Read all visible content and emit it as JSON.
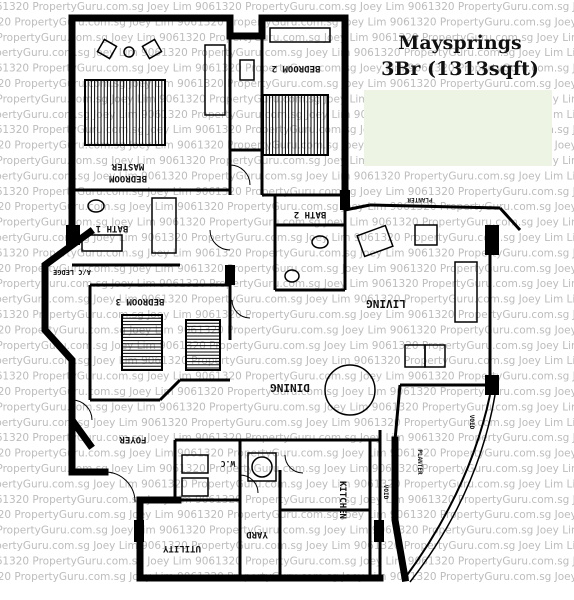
{
  "title": {
    "line1": "Maysprings",
    "line2": "3Br (1313sqft)"
  },
  "watermark": "Lim 9061320 PropertyGuru.com.sg Joey Lim 9061320 PropertyGuru.com.sg Joey Lim 9061320 PropertyGuru.com.sg Joey Lim",
  "rooms": {
    "master_bedroom": [
      "MASTER",
      "BEDROOM"
    ],
    "bedroom2": "BEDROOM 2",
    "bedroom3": "BEDROOM 3",
    "bath1": "BATH 1",
    "bath2": "BATH 2",
    "ac_ledge": "A/C LEDGE",
    "planter_top": "PLANTER",
    "living": "LIVING",
    "dining": "DINING",
    "foyer": "FOYER",
    "wc": "W.C",
    "kitchen": "KITCHEN",
    "yard": "YARD",
    "utility": "UTILITY",
    "void_right": "VOID",
    "planter_mid": "PLANTER",
    "void_kitchen": "VOID"
  }
}
